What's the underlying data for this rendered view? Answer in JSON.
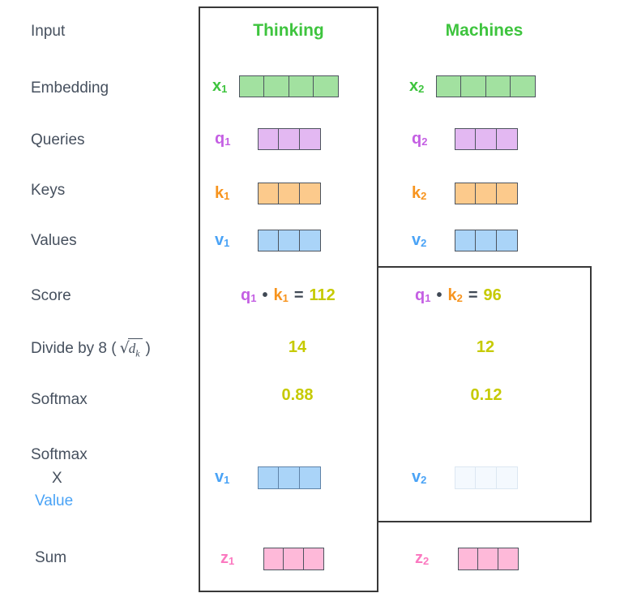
{
  "headers": {
    "thinking": "Thinking",
    "machines": "Machines"
  },
  "left_labels": {
    "input": "Input",
    "embedding": "Embedding",
    "queries": "Queries",
    "keys": "Keys",
    "values": "Values",
    "score": "Score",
    "divide_prefix": "Divide by 8 (",
    "divide_sqrt": "√",
    "divide_radicand": "d",
    "divide_radicand_sub": "k",
    "divide_suffix": ")",
    "softmax": "Softmax",
    "softmax2": "Softmax",
    "softmax_x": "X",
    "softmax_value": "Value",
    "sum": "Sum"
  },
  "vectors": {
    "x1": {
      "base": "x",
      "sub": "1",
      "cells": 4
    },
    "x2": {
      "base": "x",
      "sub": "2",
      "cells": 4
    },
    "q1": {
      "base": "q",
      "sub": "1",
      "cells": 3
    },
    "q2": {
      "base": "q",
      "sub": "2",
      "cells": 3
    },
    "k1": {
      "base": "k",
      "sub": "1",
      "cells": 3
    },
    "k2": {
      "base": "k",
      "sub": "2",
      "cells": 3
    },
    "v1": {
      "base": "v",
      "sub": "1",
      "cells": 3
    },
    "v2": {
      "base": "v",
      "sub": "2",
      "cells": 3
    },
    "v1_weighted": {
      "base": "v",
      "sub": "1",
      "cells": 3
    },
    "v2_weighted": {
      "base": "v",
      "sub": "2",
      "cells": 3
    },
    "z1": {
      "base": "z",
      "sub": "1",
      "cells": 3
    },
    "z2": {
      "base": "z",
      "sub": "2",
      "cells": 3
    }
  },
  "score": {
    "col1": {
      "q": "q",
      "q_sub": "1",
      "dot": "•",
      "k": "k",
      "k_sub": "1",
      "equals": "=",
      "value": "112"
    },
    "col2": {
      "q": "q",
      "q_sub": "1",
      "dot": "•",
      "k": "k",
      "k_sub": "2",
      "equals": "=",
      "value": "96"
    }
  },
  "divide": {
    "col1": "14",
    "col2": "12"
  },
  "softmax": {
    "col1": "0.88",
    "col2": "0.12"
  },
  "colors": {
    "green": "#3ec43e",
    "purple": "#c45fe3",
    "orange": "#f7941e",
    "blue": "#4aa3f6",
    "pink": "#fb79c0",
    "yellow": "#c6ca00",
    "label_dark": "#46505e",
    "cell_green": "#a2e1a0",
    "cell_purple": "#e3b8f2",
    "cell_orange": "#fcca8c",
    "cell_blue": "#aad4f8",
    "cell_blue_faded": "#f4f9fe",
    "cell_pink": "#feb9d9",
    "box_border": "#383838"
  }
}
